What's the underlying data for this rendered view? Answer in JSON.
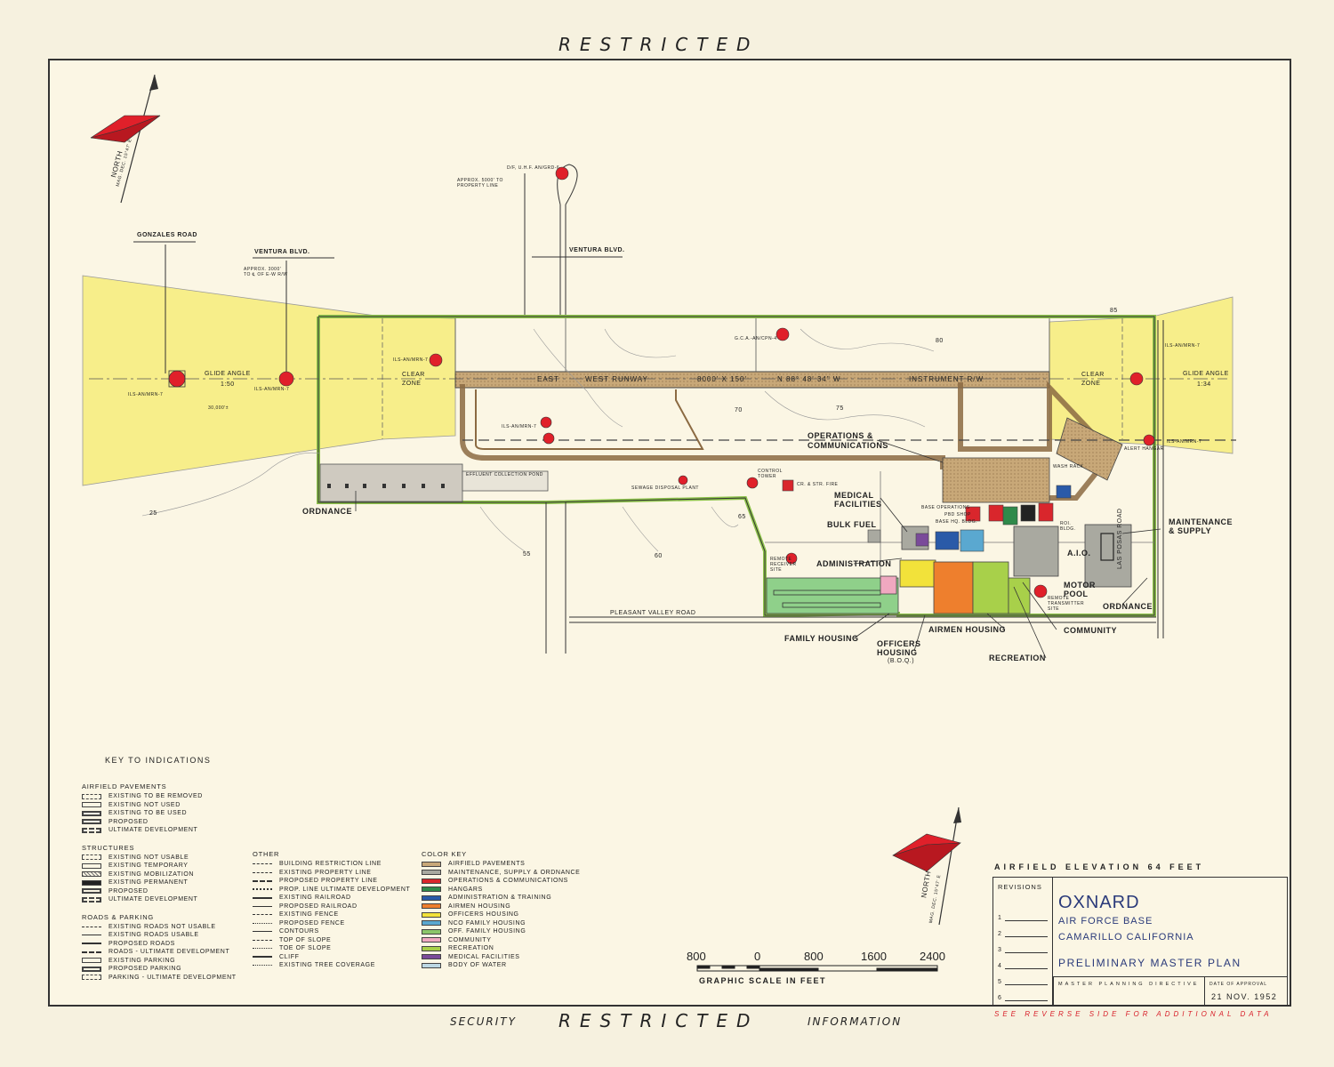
{
  "header": {
    "top": "RESTRICTED",
    "bottom_left": "SECURITY",
    "bottom_center": "RESTRICTED",
    "bottom_right": "INFORMATION"
  },
  "north": {
    "label": "NORTH",
    "declination": "MAG. DEC. 15°47' E"
  },
  "map_labels": {
    "gonzales_road": "GONZALES ROAD",
    "ventura_blvd_left": "VENTURA BLVD.",
    "ventura_blvd_top": "VENTURA BLVD.",
    "approx_property_left": "APPROX. 3000' TO ℄ OF E-W R/W",
    "approx_property_top": "APPROX. 5000' TO PROPERTY LINE",
    "vhf_site": "D/F, U.H.F. AN/GRD-6",
    "gca_site": "G.C.A.-AN/CPN-4",
    "glide_angle_left": "GLIDE ANGLE",
    "glide_ratio_left": "1:50",
    "glide_angle_right": "GLIDE ANGLE",
    "glide_ratio_right": "1:34",
    "ils_left_1": "ILS-AN/MRN-7",
    "ils_left_2": "ILS-AN/MRN-7",
    "ils_mid": "ILS-AN/MRN-7",
    "ils_mid2": "ILS-AN/MRN-7",
    "ils_right_1": "ILS-AN/MRN-7",
    "ils_right_2": "ILS-AN/MRN-7",
    "dist_left": "30,000'±",
    "clear_zone_left": "CLEAR",
    "clear_zone_left2": "ZONE",
    "clear_zone_right": "CLEAR",
    "clear_zone_right2": "ZONE",
    "runway_1": "EAST",
    "runway_2": "WEST RUNWAY",
    "runway_3": "8000' X 150'",
    "runway_4": "N 88° 48' 34\" W",
    "runway_5": "INSTRUMENT R/W",
    "ops": "OPERATIONS &",
    "ops2": "COMMUNICATIONS",
    "ordnance_left": "ORDNANCE",
    "effluent": "EFFLUENT COLLECTION POND",
    "sewage": "SEWAGE DISPOSAL PLANT",
    "control_tower": "CONTROL TOWER",
    "cr_fire": "CR. & STR. FIRE",
    "medical": "MEDICAL",
    "medical2": "FACILITIES",
    "bulk_fuel": "BULK FUEL",
    "administration": "ADMINISTRATION",
    "remote_receiver": "REMOTE RECEIVER SITE",
    "base_ops": "BASE OPERATIONS",
    "pbd_shop": "PBD SHOP",
    "base_hq": "BASE HQ. BLDG.",
    "wash_rack": "WASH RACK",
    "alert_hangar": "ALERT HANGAR",
    "maintenance": "MAINTENANCE",
    "maintenance2": "& SUPPLY",
    "aio": "A.I.O.",
    "motor_pool": "MOTOR",
    "motor_pool2": "POOL",
    "ordnance_right": "ORDNANCE",
    "las_posas": "LAS POSAS ROAD",
    "pleasant_valley": "PLEASANT VALLEY ROAD",
    "family_housing": "FAMILY HOUSING",
    "officers_housing": "OFFICERS",
    "officers_housing2": "HOUSING",
    "officers_housing3": "(B.O.Q.)",
    "airmen_housing": "AIRMEN HOUSING",
    "community": "COMMUNITY",
    "recreation": "RECREATION",
    "remote_transmitter": "REMOTE TRANSMITTER SITE",
    "roi_bldg": "ROI. BLDG.",
    "contour_25": "25",
    "contour_55": "55",
    "contour_60": "60",
    "contour_65": "65",
    "contour_70": "70",
    "contour_75": "75",
    "contour_80": "80",
    "contour_85": "85"
  },
  "key": {
    "title": "KEY TO INDICATIONS",
    "airfield_title": "AIRFIELD PAVEMENTS",
    "airfield": [
      "EXISTING TO BE REMOVED",
      "EXISTING NOT USED",
      "EXISTING TO BE USED",
      "PROPOSED",
      "ULTIMATE DEVELOPMENT"
    ],
    "structures_title": "STRUCTURES",
    "structures": [
      "EXISTING NOT USABLE",
      "EXISTING TEMPORARY",
      "EXISTING MOBILIZATION",
      "EXISTING PERMANENT",
      "PROPOSED",
      "ULTIMATE DEVELOPMENT"
    ],
    "roads_title": "ROADS & PARKING",
    "roads": [
      "EXISTING ROADS NOT USABLE",
      "EXISTING ROADS USABLE",
      "PROPOSED ROADS",
      "ROADS - ULTIMATE DEVELOPMENT",
      "EXISTING PARKING",
      "PROPOSED PARKING",
      "PARKING - ULTIMATE DEVELOPMENT"
    ],
    "other_title": "OTHER",
    "other": [
      "BUILDING RESTRICTION LINE",
      "EXISTING PROPERTY LINE",
      "PROPOSED PROPERTY LINE",
      "PROP. LINE ULTIMATE DEVELOPMENT",
      "EXISTING RAILROAD",
      "PROPOSED RAILROAD",
      "EXISTING FENCE",
      "PROPOSED FENCE",
      "CONTOURS",
      "TOP OF SLOPE",
      "TOE OF SLOPE",
      "CLIFF",
      "EXISTING TREE COVERAGE"
    ],
    "color_title": "COLOR KEY",
    "colors": [
      {
        "label": "AIRFIELD PAVEMENTS",
        "color": "#c8a878"
      },
      {
        "label": "MAINTENANCE, SUPPLY & ORDNANCE",
        "color": "#a9a9a0"
      },
      {
        "label": "OPERATIONS & COMMUNICATIONS",
        "color": "#d9262c"
      },
      {
        "label": "HANGARS",
        "color": "#2f8a4a"
      },
      {
        "label": "ADMINISTRATION & TRAINING",
        "color": "#2a5aa8"
      },
      {
        "label": "AIRMEN HOUSING",
        "color": "#ee7f2d"
      },
      {
        "label": "OFFICERS HOUSING",
        "color": "#f2e23a"
      },
      {
        "label": "NCO FAMILY HOUSING",
        "color": "#5aa8d0"
      },
      {
        "label": "OFF. FAMILY HOUSING",
        "color": "#8cc66a"
      },
      {
        "label": "COMMUNITY",
        "color": "#f0a8c0"
      },
      {
        "label": "RECREATION",
        "color": "#a8d04a"
      },
      {
        "label": "MEDICAL FACILITIES",
        "color": "#7a4a9a"
      },
      {
        "label": "BODY OF WATER",
        "color": "#bcd8e4"
      }
    ]
  },
  "scale": {
    "ticks": [
      "800",
      "0",
      "800",
      "1600",
      "2400"
    ],
    "label": "GRAPHIC SCALE IN FEET"
  },
  "title_block": {
    "elevation": "AIRFIELD ELEVATION 64 FEET",
    "revisions": "REVISIONS",
    "rev_numbers": [
      "1",
      "2",
      "3",
      "4",
      "5",
      "6"
    ],
    "name": "OXNARD",
    "sub1": "AIR FORCE BASE",
    "sub2": "CAMARILLO CALIFORNIA",
    "plan": "PRELIMINARY MASTER PLAN",
    "directive": "MASTER PLANNING DIRECTIVE",
    "date_label": "DATE OF APPROVAL",
    "date": "21 NOV. 1952",
    "reverse_note": "SEE REVERSE SIDE FOR ADDITIONAL DATA"
  },
  "colors": {
    "clear_zone": "#f7ee8a",
    "runway": "#c8a878",
    "fence_green": "#8cc24a",
    "marker_red": "#e0202a",
    "paper": "#fbf6e4"
  }
}
